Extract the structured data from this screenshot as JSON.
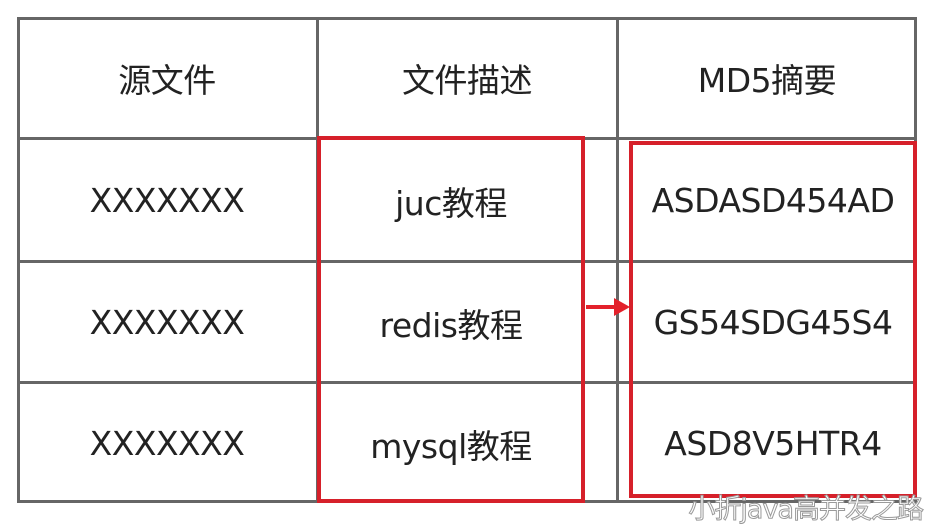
{
  "table": {
    "headers": [
      "源文件",
      "文件描述",
      "MD5摘要"
    ],
    "rows": [
      [
        "XXXXXXX",
        "juc教程",
        "ASDASD454AD"
      ],
      [
        "XXXXXXX",
        "redis教程",
        "GS54SDG45S4"
      ],
      [
        "XXXXXXX",
        "mysql教程",
        "ASD8V5HTR4"
      ]
    ]
  },
  "highlights": {
    "color": "#d6202a",
    "boxes": [
      "file-description-column",
      "md5-digest-column"
    ],
    "arrow": "description-to-md5"
  },
  "watermark": "小折java高并发之路"
}
